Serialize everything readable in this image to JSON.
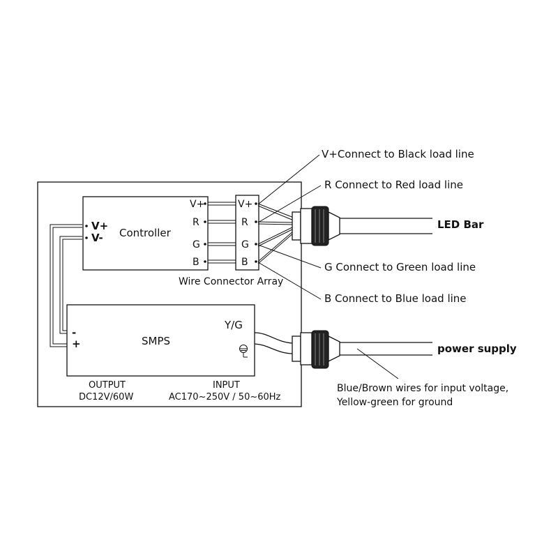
{
  "controller": {
    "title": "Controller",
    "input_vplus": "V+",
    "input_vminus": "V-",
    "out_terms": [
      "V+",
      "R",
      "G",
      "B"
    ]
  },
  "connector": {
    "terms": [
      "V+",
      "R",
      "G",
      "B"
    ],
    "caption": "Wire Connector Array"
  },
  "annotations": {
    "vplus": "V+Connect to Black load line",
    "r": "R  Connect to Red load line",
    "g": "G  Connect to Green load line",
    "b": "B  Connect to Blue load line"
  },
  "smps": {
    "title": "SMPS",
    "minus": "-",
    "plus": "+",
    "yg": "Y/G",
    "output_label": "OUTPUT",
    "output_value": "DC12V/60W",
    "input_label": "INPUT",
    "input_value": "AC170~250V / 50~60Hz"
  },
  "outputs": {
    "led_bar": "LED Bar",
    "power_supply": "power supply",
    "wire_note_1": "Blue/Brown wires for input voltage,",
    "wire_note_2": "Yellow-green for ground"
  }
}
